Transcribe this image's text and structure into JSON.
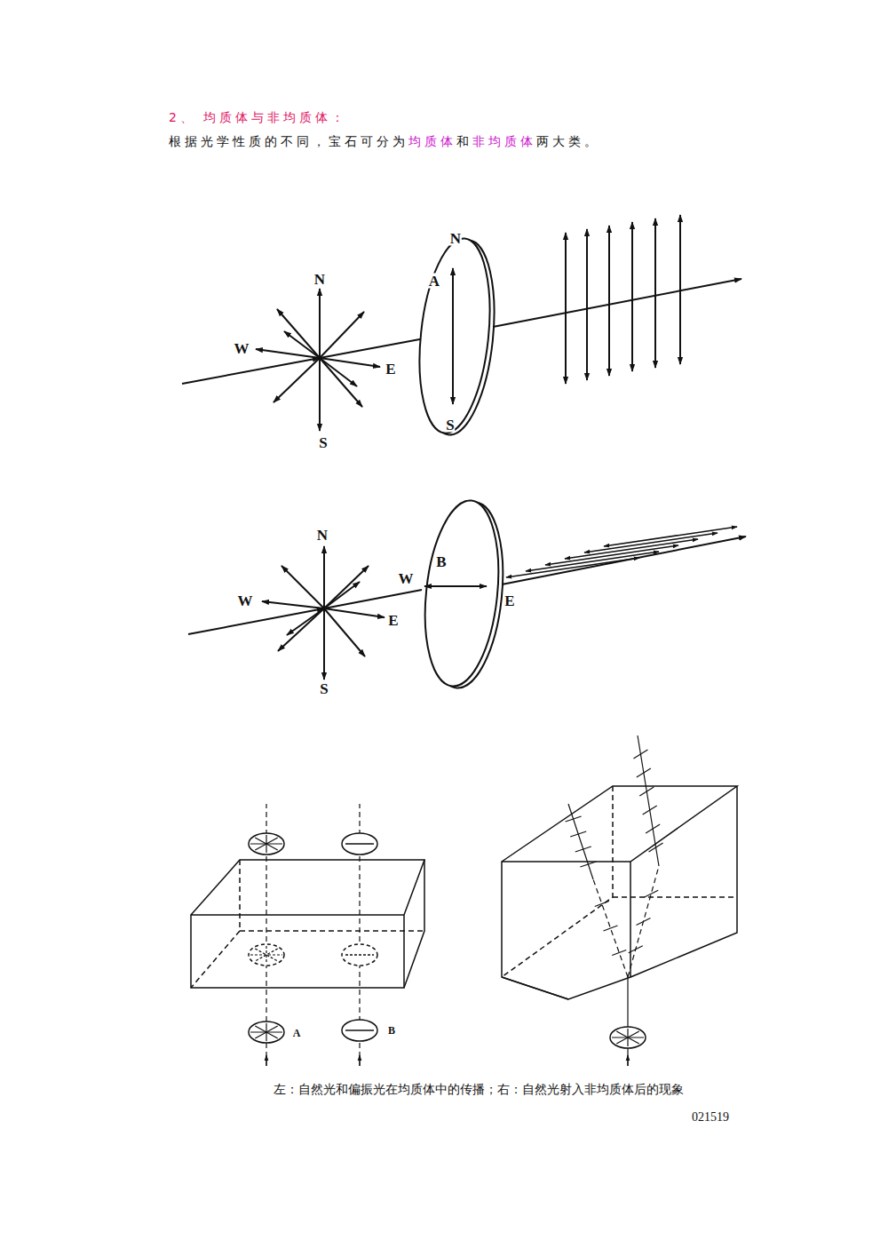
{
  "diagram": {
    "title": "2、 均质体与非均质体：",
    "caption": "左：自然光和偏振光在均质体中的传播；右：自然光射入非均质体后的现象",
    "labels": [
      "根据光学性质的不同，宝石可分为",
      "均质体",
      "和",
      "非均质体",
      "两大类。",
      "N",
      "W",
      "E",
      "S",
      "A",
      "N",
      "S",
      "N",
      "W",
      "E",
      "S",
      "B",
      "W",
      "E",
      "A",
      "B",
      "021519"
    ]
  }
}
